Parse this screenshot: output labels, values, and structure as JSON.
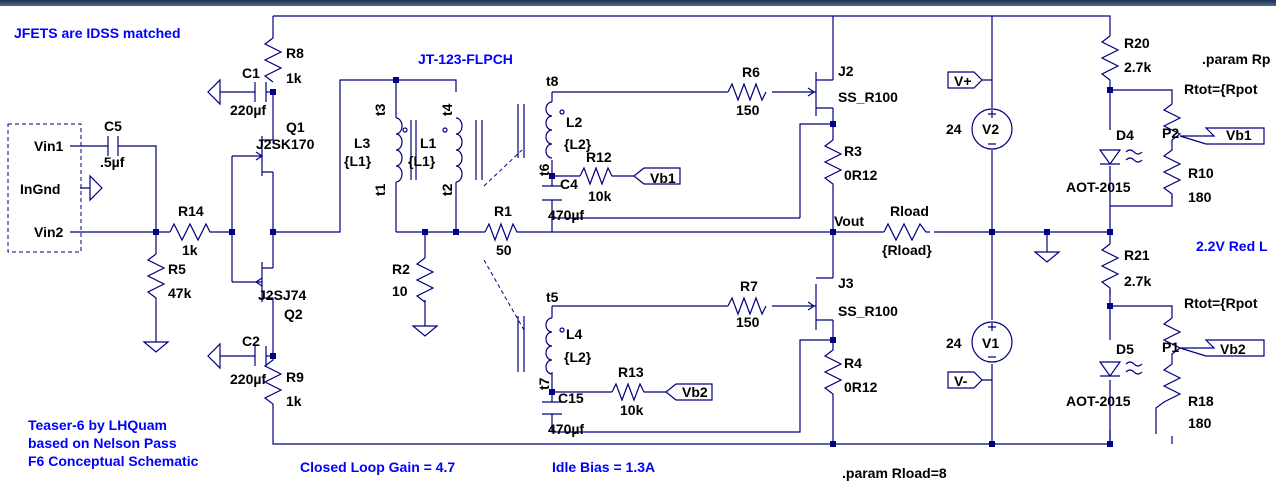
{
  "header": {
    "title": "JFETS are IDSS matched"
  },
  "transformer_label": "JT-123-FLPCH",
  "credits": [
    "Teaser-6 by LHQuam",
    "based on Nelson Pass",
    "F6 Conceptual Schematic"
  ],
  "footer": {
    "gain": "Closed Loop Gain = 4.7",
    "bias": "Idle Bias = 1.3A",
    "param": ".param Rload=8"
  },
  "input_labels": {
    "vin1": "Vin1",
    "ingnd": "InGnd",
    "vin2": "Vin2"
  },
  "led_note": "2.2V Red L",
  "param_rpot": ".param Rp",
  "rtot_top": "Rtot={Rpot",
  "rtot_bot": "Rtot={Rpot",
  "vout": "Vout",
  "flags": {
    "vplus": "V+",
    "vminus": "V-",
    "vb1": "Vb1",
    "vb2": "Vb2",
    "vb1b": "Vb1",
    "vb2b": "Vb2"
  },
  "components": {
    "c5": {
      "name": "C5",
      "value": ".5µf"
    },
    "r14": {
      "name": "R14",
      "value": "1k"
    },
    "r5": {
      "name": "R5",
      "value": "47k"
    },
    "r8": {
      "name": "R8",
      "value": "1k"
    },
    "c1": {
      "name": "C1",
      "value": "220µf"
    },
    "q1": {
      "name": "Q1",
      "value": "J2SK170"
    },
    "q2": {
      "name": "Q2",
      "value": "J2SJ74"
    },
    "c2": {
      "name": "C2",
      "value": "220µf"
    },
    "r9": {
      "name": "R9",
      "value": "1k"
    },
    "l3": {
      "name": "L3",
      "value": "{L1}"
    },
    "l1": {
      "name": "L1",
      "value": "{L1}"
    },
    "r2": {
      "name": "R2",
      "value": "10"
    },
    "r1": {
      "name": "R1",
      "value": "50"
    },
    "l2": {
      "name": "L2",
      "value": "{L2}"
    },
    "l4": {
      "name": "L4",
      "value": "{L2}"
    },
    "r12": {
      "name": "R12",
      "value": "10k"
    },
    "r13": {
      "name": "R13",
      "value": "10k"
    },
    "c4": {
      "name": "C4",
      "value": "470µf"
    },
    "c15": {
      "name": "C15",
      "value": "470µf"
    },
    "r6": {
      "name": "R6",
      "value": "150"
    },
    "r7": {
      "name": "R7",
      "value": "150"
    },
    "j2": {
      "name": "J2",
      "value": "SS_R100"
    },
    "j3": {
      "name": "J3",
      "value": "SS_R100"
    },
    "r3": {
      "name": "R3",
      "value": "0R12"
    },
    "r4": {
      "name": "R4",
      "value": "0R12"
    },
    "rload": {
      "name": "Rload",
      "value": "{Rload}"
    },
    "v2": {
      "name": "V2",
      "value": "24"
    },
    "v1": {
      "name": "V1",
      "value": "24"
    },
    "r20": {
      "name": "R20",
      "value": "2.7k"
    },
    "r21": {
      "name": "R21",
      "value": "2.7k"
    },
    "d4": {
      "name": "D4",
      "value": "AOT-2015"
    },
    "d5": {
      "name": "D5",
      "value": "AOT-2015"
    },
    "p2": {
      "name": "P2"
    },
    "p1": {
      "name": "P1"
    },
    "r10": {
      "name": "R10",
      "value": "180"
    },
    "r18": {
      "name": "R18",
      "value": "180"
    }
  },
  "pins": {
    "t1": "t1",
    "t2": "t2",
    "t3": "t3",
    "t4": "t4",
    "t5": "t5",
    "t6": "t6",
    "t7": "t7",
    "t8": "t8"
  }
}
